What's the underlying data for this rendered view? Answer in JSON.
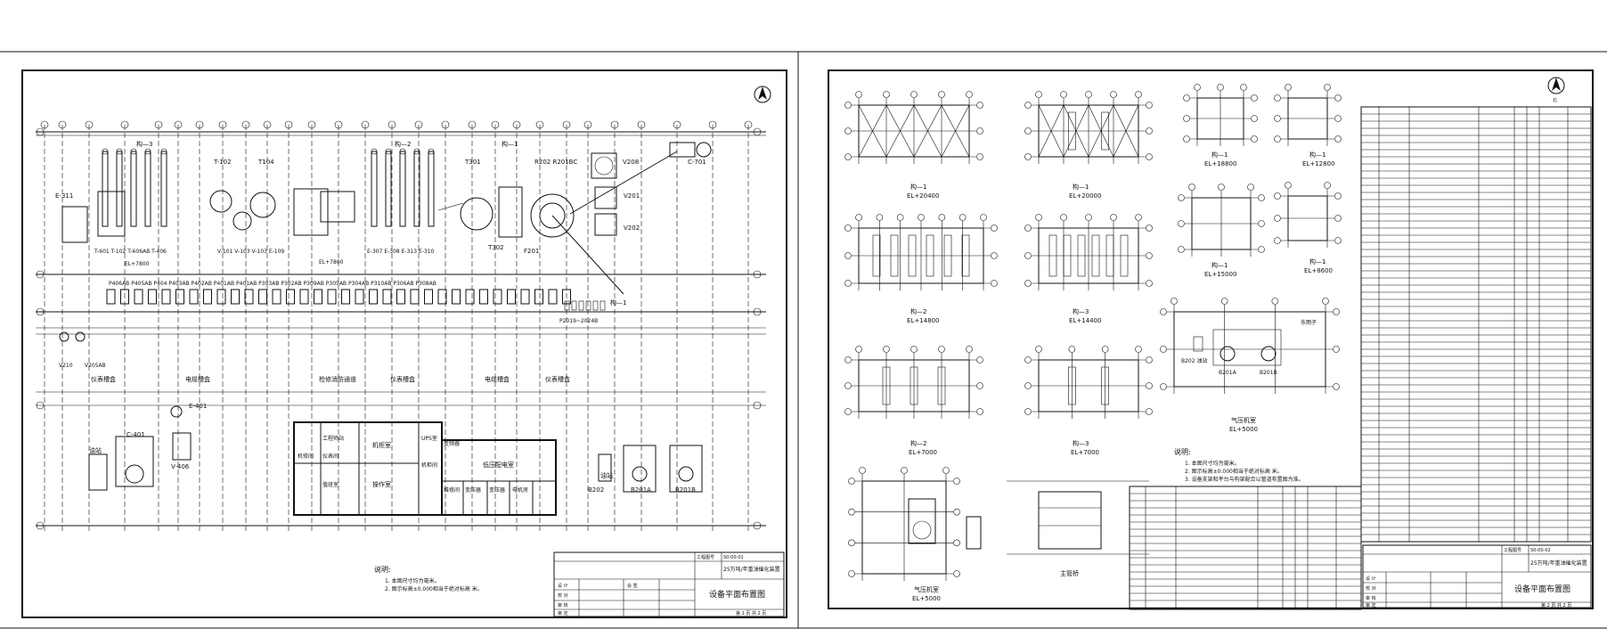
{
  "colors": {
    "line": "#111111",
    "background": "#ffffff"
  },
  "sheet1": {
    "labels": {
      "pipe_rack_1": "构—1",
      "pipe_rack_2": "构—2",
      "pipe_rack_3": "构—3",
      "pipe_rack_4": "构—1",
      "t102": "T-102",
      "t104": "T104",
      "t301": "T301",
      "r202": "R202 R201BC",
      "v208": "V208",
      "c701": "C-701",
      "v201": "V201",
      "v202": "V202",
      "t302": "T302",
      "f201": "F201",
      "e311": "E-311",
      "el_a": "EL+7800",
      "el_b": "EL+7800",
      "eq_row_1": "T-601 T-102 T-606AB T-406",
      "eq_row_2": "V-101 V-103 V-103 E-109",
      "eq_row_3": "E-307 E-308 E-313 E-310",
      "pump_row_1": "P406AB P405AB P404 P403AB P402AB P401AB P401AB P303AB P302AB P309AB P305AB P304AB P310AB P306AB P308AB",
      "p2019": "P2019~2024B",
      "v210": "V210",
      "v205ab": "V205AB",
      "yibiao_1": "仪表槽盒",
      "dianlan_1": "电缆槽盒",
      "jianxiu": "检修消防通道",
      "yibiao_2": "仪表槽盒",
      "dianlan_2": "电缆槽盒",
      "yibiao_3": "仪表槽盒",
      "c401": "C-401",
      "v406": "V-406",
      "e401": "E-401",
      "youzhan": "油站",
      "b202": "B202",
      "youzhan2": "油站",
      "b201a": "B201A",
      "b201b": "B201B",
      "room_1": "工程师站",
      "room_2": "仪表间",
      "room_3": "机柜室",
      "room_4": "UPS室",
      "room_5": "变频器",
      "room_6": "低压配电室",
      "room_7": "机修间",
      "room_8": "操作室",
      "room_9": "值班室",
      "room_10": "机柜间",
      "room_11": "变压器",
      "room_12": "变压器",
      "room_13": "电机房",
      "room_14": "维修间",
      "note_title": "说明:",
      "note_1": "1. 本图尺寸均为毫米。",
      "note_2": "2. 图示标高±0.000相当于绝对标高 米。"
    },
    "title_block": {
      "proj_no_label": "工程图号",
      "proj_no": "S0-00-01",
      "project": "25万吨/年重油催化装置",
      "drawing": "设备平面布置图",
      "row_labels": [
        "设 计",
        "校 对",
        "审 核",
        "审 定"
      ],
      "col_labels": [
        "会 签"
      ],
      "sheet": "第 1 页 共 2 页"
    }
  },
  "sheet2": {
    "labels": {
      "g1": "构—1",
      "g1_el": "EL+20400",
      "g2": "构—1",
      "g2_el": "EL+20000",
      "g3": "构—1",
      "g3_el": "EL+18800",
      "g4": "构—1",
      "g4_el": "EL+12800",
      "g5": "构—2",
      "g5_el": "EL+14800",
      "g6": "构—3",
      "g6_el": "EL+14400",
      "g7": "构—1",
      "g7_el": "EL+15000",
      "g8": "构—1",
      "g8_el": "EL+8600",
      "g9": "构—2",
      "g9_el": "EL+7000",
      "g10": "构—3",
      "g10_el": "EL+7000",
      "g11": "气压机室",
      "g11_el": "EL+5000",
      "g12": "气压机室",
      "g12_el": "EL+5000",
      "g13": "主管桥",
      "b202": "B202 油站",
      "b201a": "B201A",
      "b201b": "B201B",
      "note_title": "说明:",
      "note_1": "1. 本图尺寸均为毫米。",
      "note_2": "2. 图示标高±0.000相当于绝对标高 米。",
      "note_3": "3. 设备支架和平台与构架配合以管道布置图为准。",
      "dongfang": "东雨子",
      "north": "北"
    },
    "title_block": {
      "proj_no_label": "工程图号",
      "proj_no": "S0-00-02",
      "project": "25万吨/年重油催化装置",
      "drawing": "设备平面布置图",
      "row_labels": [
        "设 计",
        "校 对",
        "审 核",
        "审 定"
      ],
      "sheet": "第 2 页 共 2 页"
    }
  }
}
